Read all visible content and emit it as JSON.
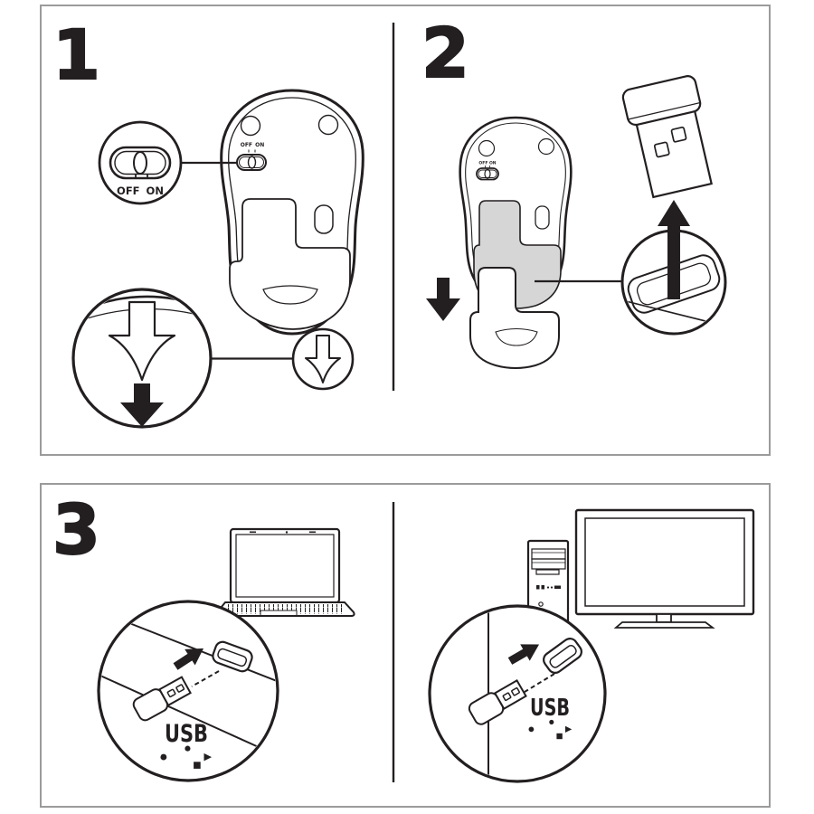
{
  "document": {
    "kind": "wireless-mouse-quick-start-illustration"
  },
  "colors": {
    "ink": "#231f20",
    "panel_border": "#9b9b9b",
    "battery_bay_fill": "#d6d6d6",
    "background": "#ffffff"
  },
  "steps": {
    "step1": {
      "number": "1",
      "switch_zoom_label": "OFF ON",
      "mouse_switch_label": "OFF ON"
    },
    "step2": {
      "number": "2",
      "mouse_switch_label": "OFF ON"
    },
    "step3": {
      "number": "3",
      "laptop_usb_label": "USB",
      "desktop_usb_label": "USB"
    }
  },
  "icons": {
    "down_arrow": "↓",
    "up_arrow": "↑",
    "diagonal_arrow": "↗",
    "usb_trident": "usb-symbol",
    "power_switch": "off-on-slider"
  }
}
